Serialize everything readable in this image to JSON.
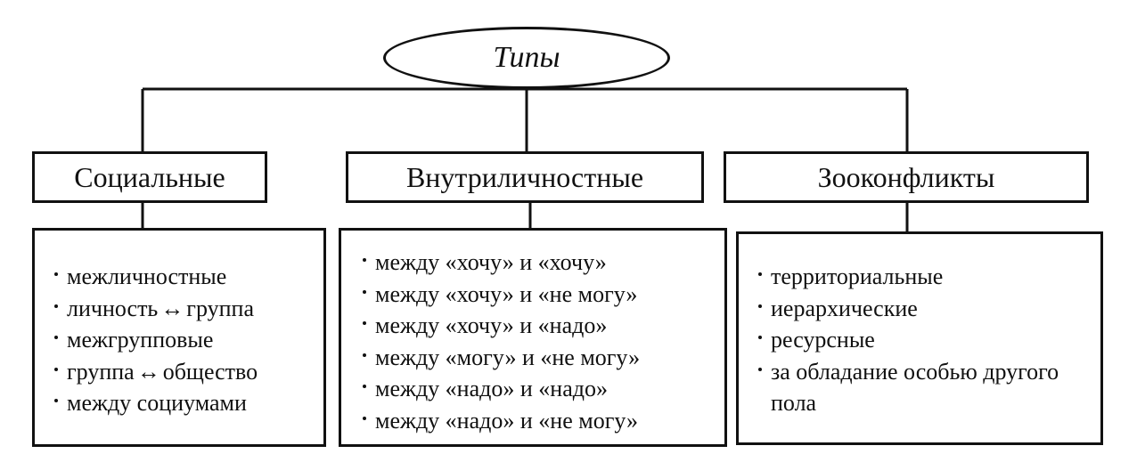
{
  "root": {
    "label": "Типы"
  },
  "categories": [
    {
      "label": "Социальные",
      "items": [
        {
          "text": "межличностные"
        },
        {
          "left": "личность",
          "arrow": "↔",
          "right": "группа"
        },
        {
          "text": "межгрупповые"
        },
        {
          "left": "группа",
          "arrow": "↔",
          "right": "общество"
        },
        {
          "text": "между социумами"
        }
      ]
    },
    {
      "label": "Внутриличностные",
      "items": [
        {
          "text": "между «хочу» и «хочу»"
        },
        {
          "text": "между «хочу» и «не могу»"
        },
        {
          "text": "между «хочу» и «надо»"
        },
        {
          "text": "между «могу» и «не могу»"
        },
        {
          "text": "между «надо» и «надо»"
        },
        {
          "text": "между «надо» и «не могу»"
        }
      ]
    },
    {
      "label": "Зооконфликты",
      "items": [
        {
          "text": "территориальные"
        },
        {
          "text": "иерархические"
        },
        {
          "text": "ресурсные"
        },
        {
          "text": "за обладание особью другого пола"
        }
      ]
    }
  ]
}
